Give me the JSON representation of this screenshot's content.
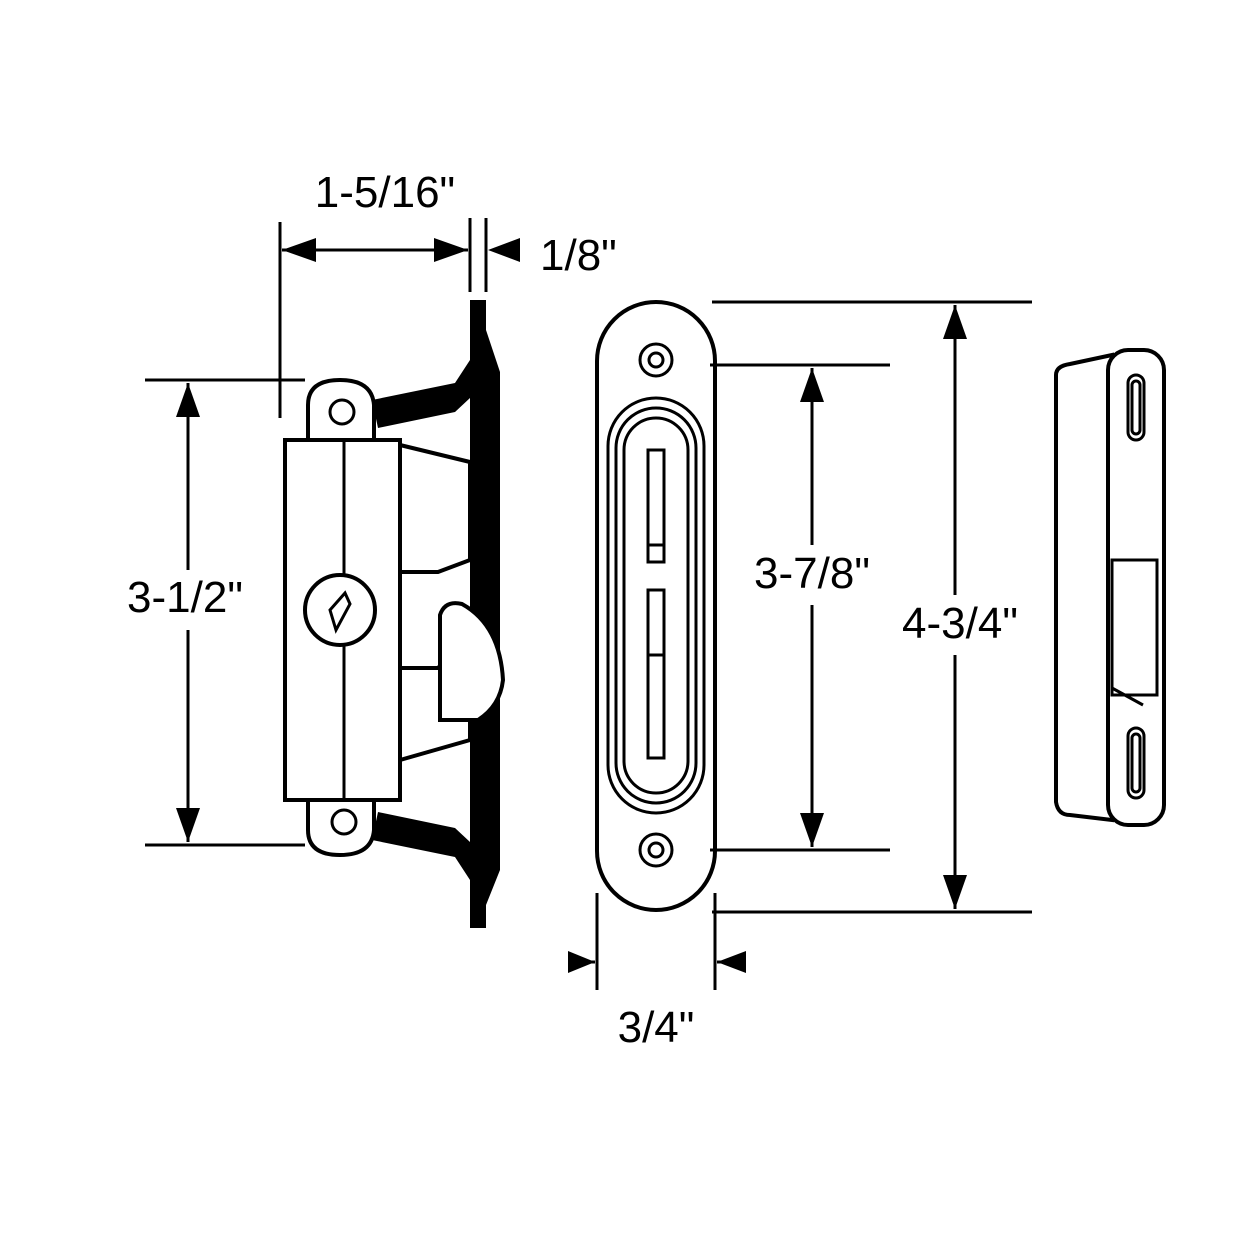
{
  "dimensions": {
    "lock_depth": "1-5/16\"",
    "flange_thickness": "1/8\"",
    "lock_height": "3-1/2\"",
    "hole_spacing": "3-7/8\"",
    "plate_height": "4-3/4\"",
    "plate_width": "3/4\""
  }
}
